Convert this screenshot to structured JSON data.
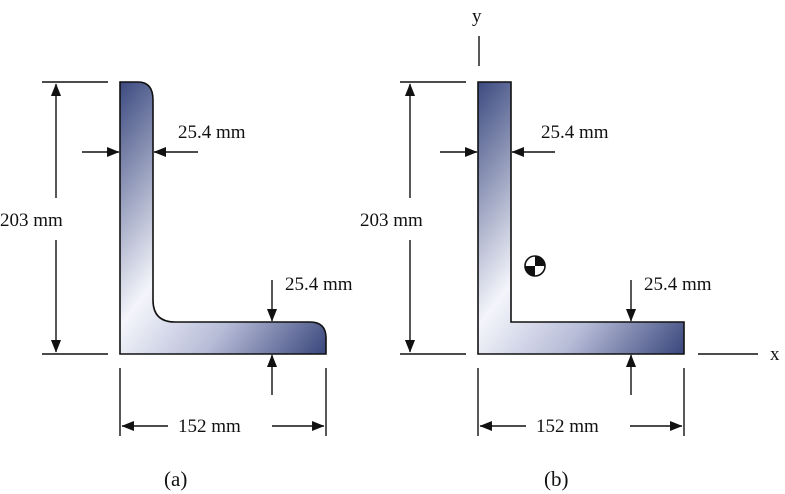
{
  "figure_a": {
    "height_label": "203 mm",
    "width_label": "152 mm",
    "web_thickness_label": "25.4 mm",
    "flange_thickness_label": "25.4 mm",
    "caption": "(a)"
  },
  "figure_b": {
    "height_label": "203 mm",
    "width_label": "152 mm",
    "web_thickness_label": "25.4 mm",
    "flange_thickness_label": "25.4 mm",
    "caption": "(b)",
    "x_axis_label": "x",
    "y_axis_label": "y"
  }
}
